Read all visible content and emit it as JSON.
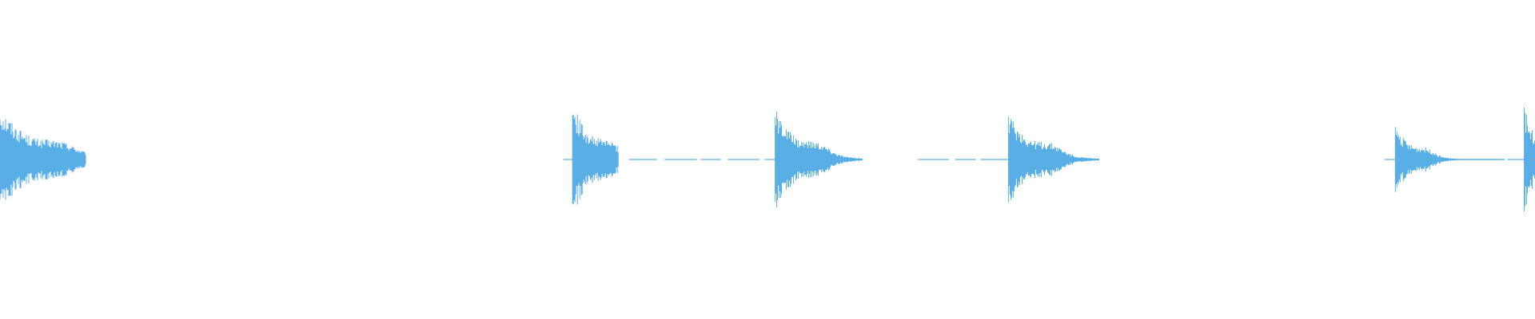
{
  "waveform": {
    "color": "#5aaee6",
    "background": "#ffffff",
    "baseline": 0.5,
    "segments": [
      {
        "start": 0.0,
        "end": 0.056,
        "attack": 0.0,
        "peak": 0.34,
        "decay": 0.01,
        "kind": "hit"
      },
      {
        "start": 0.367,
        "end": 0.403,
        "attack": 0.373,
        "peak": 0.36,
        "decay": 0.006,
        "kind": "hit"
      },
      {
        "start": 0.41,
        "end": 0.498,
        "attack": null,
        "peak": 0.0,
        "decay": 0.0,
        "kind": "dashed"
      },
      {
        "start": 0.498,
        "end": 0.562,
        "attack": 0.505,
        "peak": 0.32,
        "decay": 0.007,
        "kind": "hit"
      },
      {
        "start": 0.598,
        "end": 0.652,
        "attack": null,
        "peak": 0.0,
        "decay": 0.0,
        "kind": "dashed"
      },
      {
        "start": 0.652,
        "end": 0.716,
        "attack": 0.657,
        "peak": 0.3,
        "decay": 0.007,
        "kind": "hit"
      },
      {
        "start": 0.902,
        "end": 0.98,
        "attack": 0.909,
        "peak": 0.22,
        "decay": 0.005,
        "kind": "hit"
      },
      {
        "start": 0.982,
        "end": 1.0,
        "attack": 0.993,
        "peak": 0.34,
        "decay": 0.004,
        "kind": "hit"
      }
    ]
  }
}
